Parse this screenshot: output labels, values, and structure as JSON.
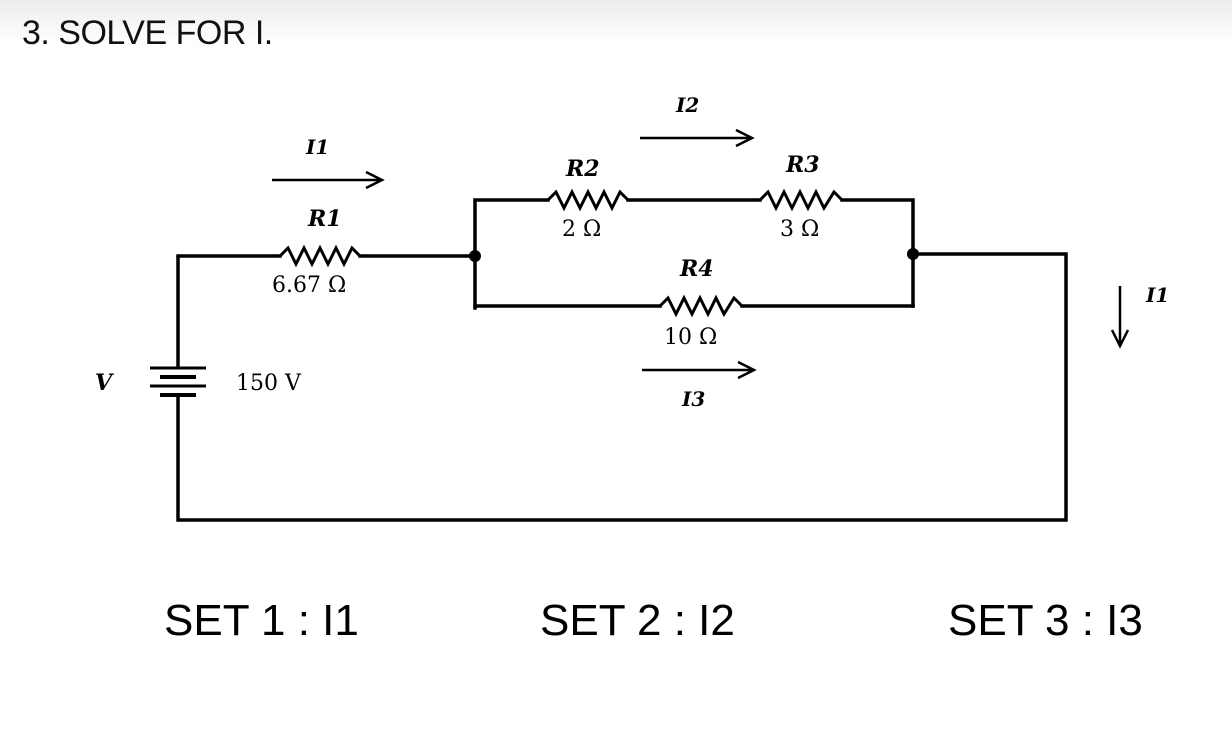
{
  "header": {
    "title": "3. SOLVE FOR I."
  },
  "circuit": {
    "source": {
      "symbol": "V",
      "value": "150 V"
    },
    "resistors": [
      {
        "name": "R1",
        "value": "6.67 Ω"
      },
      {
        "name": "R2",
        "value": "2 Ω"
      },
      {
        "name": "R3",
        "value": "3 Ω"
      },
      {
        "name": "R4",
        "value": "10 Ω"
      }
    ],
    "currents": [
      {
        "name": "I1"
      },
      {
        "name": "I2"
      },
      {
        "name": "I3"
      },
      {
        "name": "I1"
      }
    ]
  },
  "sets": [
    {
      "label": "SET 1 : I1"
    },
    {
      "label": "SET 2 : I2"
    },
    {
      "label": "SET 3 : I3"
    }
  ]
}
